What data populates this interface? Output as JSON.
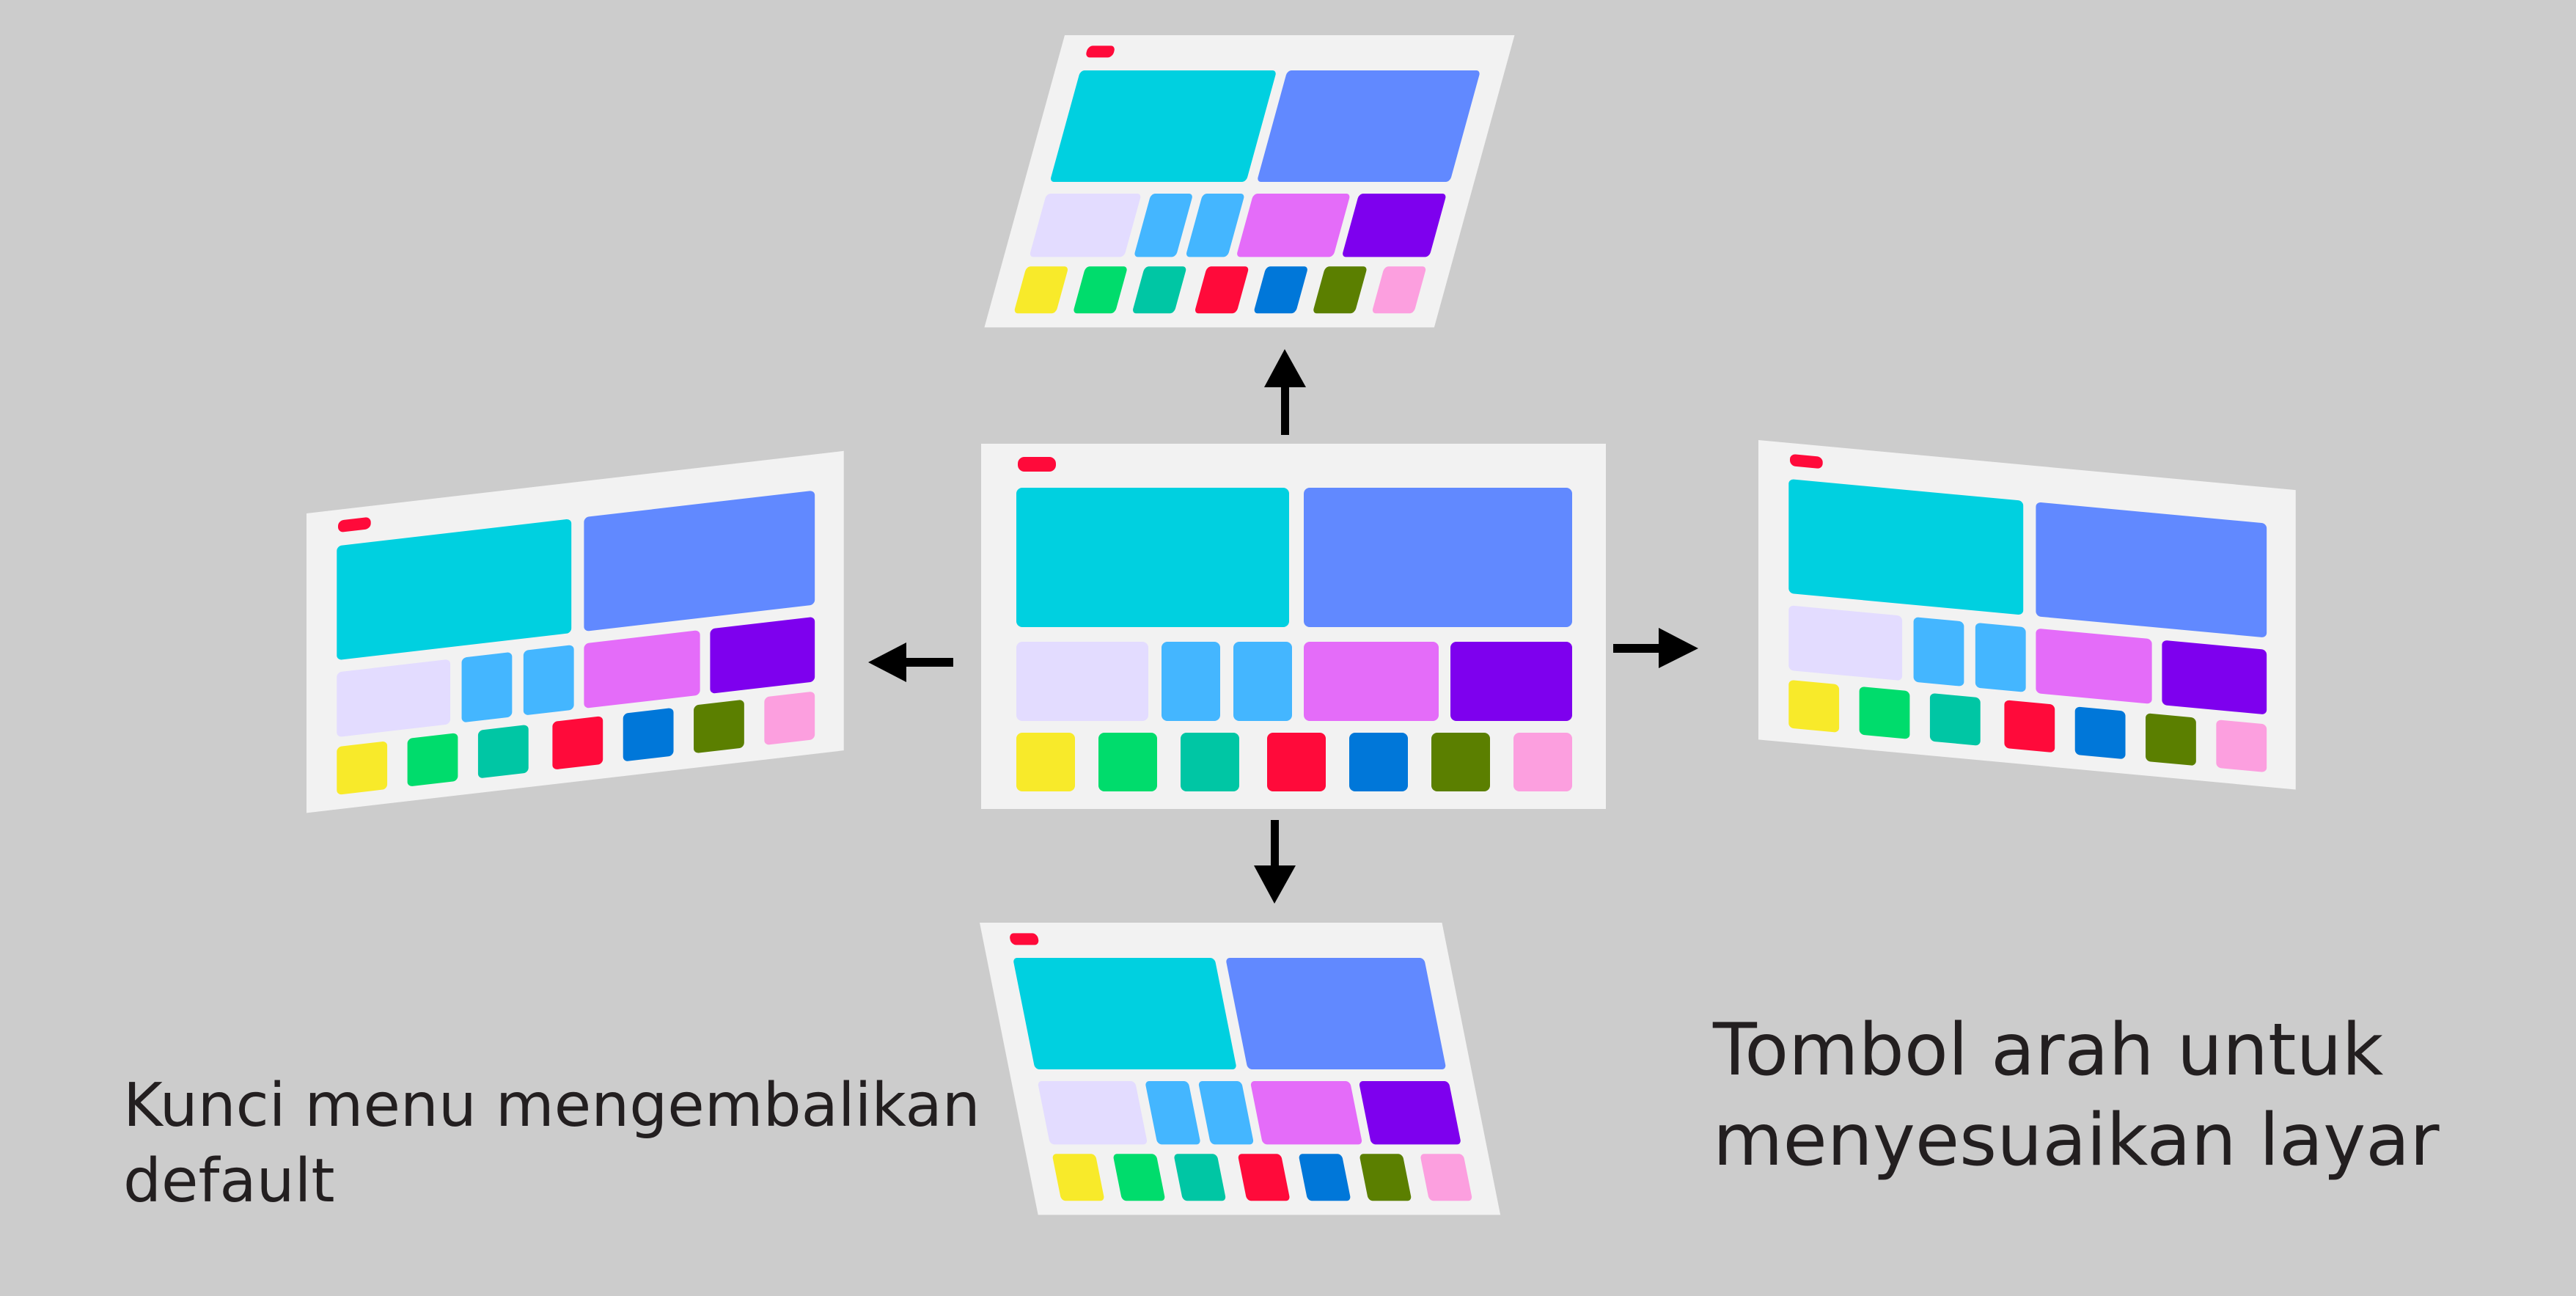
{
  "captions": {
    "menu_key": [
      "Kunci menu mengembalikan",
      "default"
    ],
    "arrow_keys": [
      "Tombol arah untuk",
      "menyesuaikan layar"
    ]
  },
  "colors": {
    "background": "#cccccc",
    "screen": "#f2f2f2",
    "arrow": "#000000",
    "text": "#231f20",
    "tiles": {
      "indicator": "#ff0a3a",
      "cyan": "#00d0e0",
      "periwinkle": "#6189ff",
      "lavender": "#e3dcff",
      "sky": "#44b6ff",
      "orchid": "#e46cf9",
      "violet": "#7e00ee",
      "yellow": "#f8ea2a",
      "green": "#00dc6c",
      "teal": "#00c6a4",
      "red": "#ff0a3a",
      "blue": "#0077d9",
      "olive": "#5b7f00",
      "pink": "#fc9fdf"
    }
  },
  "screens": [
    "center",
    "top",
    "bottom",
    "left",
    "right"
  ],
  "arrows": [
    "up",
    "down",
    "left",
    "right"
  ]
}
